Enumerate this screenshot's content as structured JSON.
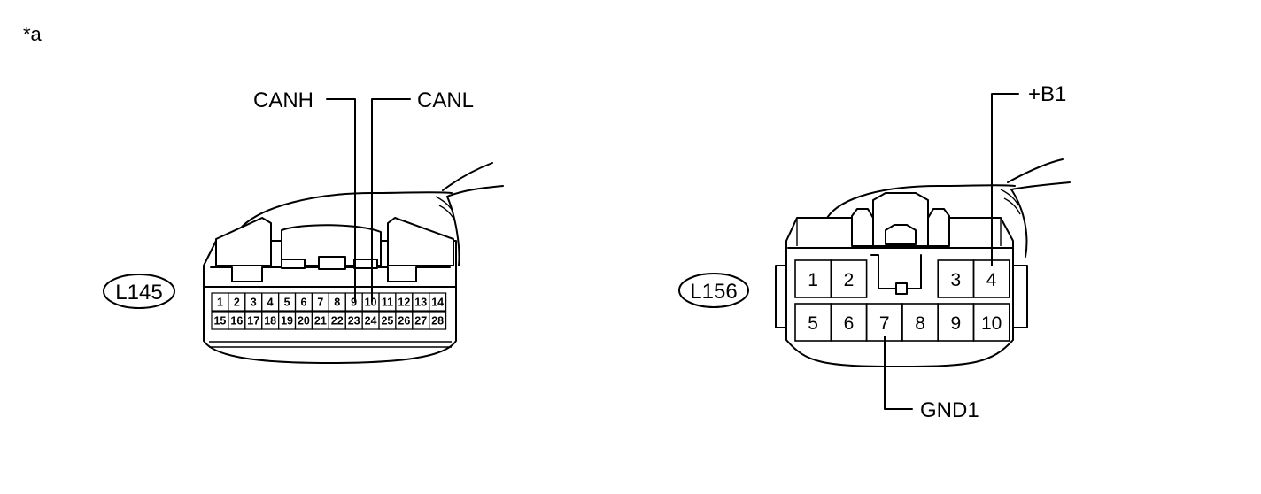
{
  "figure_marker": "*a",
  "connectors": [
    {
      "id": "L145",
      "label": "L145",
      "pins_top": [
        "1",
        "2",
        "3",
        "4",
        "5",
        "6",
        "7",
        "8",
        "9",
        "10",
        "11",
        "12",
        "13",
        "14"
      ],
      "pins_bottom": [
        "15",
        "16",
        "17",
        "18",
        "19",
        "20",
        "21",
        "22",
        "23",
        "24",
        "25",
        "26",
        "27",
        "28"
      ],
      "callouts": [
        {
          "text": "CANH",
          "pin": "9"
        },
        {
          "text": "CANL",
          "pin": "10"
        }
      ]
    },
    {
      "id": "L156",
      "label": "L156",
      "pins_top": [
        "1",
        "2",
        "",
        "",
        "3",
        "4"
      ],
      "pins_bottom": [
        "5",
        "6",
        "7",
        "8",
        "9",
        "10"
      ],
      "callouts": [
        {
          "text": "+B1",
          "pin": "4"
        },
        {
          "text": "GND1",
          "pin": "7"
        }
      ]
    }
  ]
}
